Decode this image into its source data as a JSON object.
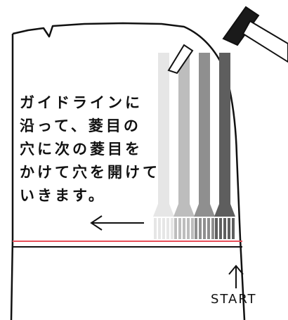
{
  "caption": {
    "lines": [
      "ガイドラインに",
      "沿って、菱目の",
      "穴に次の菱目を",
      "かけて穴を開けて",
      "いきます。"
    ]
  },
  "start_label": "START",
  "colors": {
    "guideline": "#e8505b",
    "outline": "#111111",
    "chisel_shades": [
      "#e6e6e6",
      "#bdbdbd",
      "#8f8f8f",
      "#5e5e5e"
    ],
    "hammer_head": "#1a1a1a"
  },
  "icons": {
    "hammer": "hammer-icon",
    "arrow_left": "arrow-left-icon",
    "arrow_up": "arrow-up-icon",
    "chisel": "diamond-chisel-icon"
  }
}
